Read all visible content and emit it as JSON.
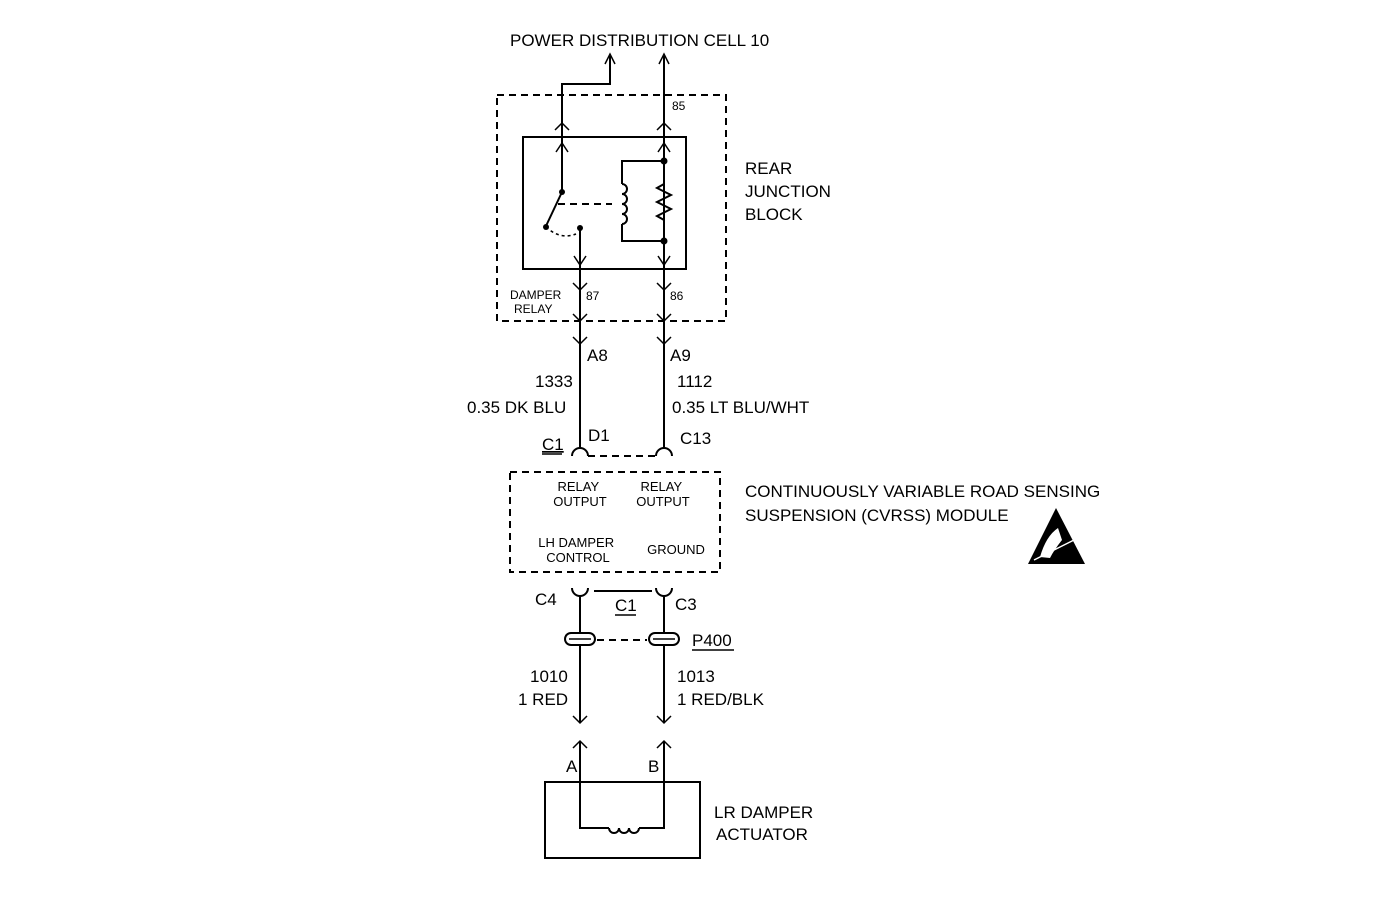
{
  "title": "POWER DISTRIBUTION CELL 10",
  "rear_junction_block": {
    "label_lines": [
      "REAR",
      "JUNCTION",
      "BLOCK"
    ],
    "relay": {
      "label_lines": [
        "DAMPER",
        "RELAY"
      ],
      "pin_85": "85",
      "pin_86": "86",
      "pin_87": "87"
    }
  },
  "wires_upper": {
    "left": {
      "connector_pin": "A8",
      "circuit": "1333",
      "gauge_color": "0.35 DK BLU"
    },
    "right": {
      "connector_pin": "A9",
      "circuit": "1112",
      "gauge_color": "0.35 LT BLU/WHT"
    }
  },
  "module_connector": {
    "name": "C1",
    "pin_left_top": "D1",
    "pin_right_top": "C13",
    "pin_left_bottom": "C4",
    "pin_right_bottom": "C3"
  },
  "module": {
    "name_lines": [
      "CONTINUOUSLY VARIABLE ROAD SENSING",
      "SUSPENSION (CVRSS) MODULE"
    ],
    "relay_output_left_lines": [
      "RELAY",
      "OUTPUT"
    ],
    "relay_output_right_lines": [
      "RELAY",
      "OUTPUT"
    ],
    "lh_damper_control_lines": [
      "LH DAMPER",
      "CONTROL"
    ],
    "ground": "GROUND",
    "esd_icon": "esd-warning-icon"
  },
  "inline_connector": "P400",
  "wires_lower": {
    "left": {
      "circuit": "1010",
      "gauge_color": "1 RED"
    },
    "right": {
      "circuit": "1013",
      "gauge_color": "1 RED/BLK"
    }
  },
  "actuator": {
    "label_lines": [
      "LR DAMPER",
      "ACTUATOR"
    ],
    "pin_a": "A",
    "pin_b": "B"
  }
}
